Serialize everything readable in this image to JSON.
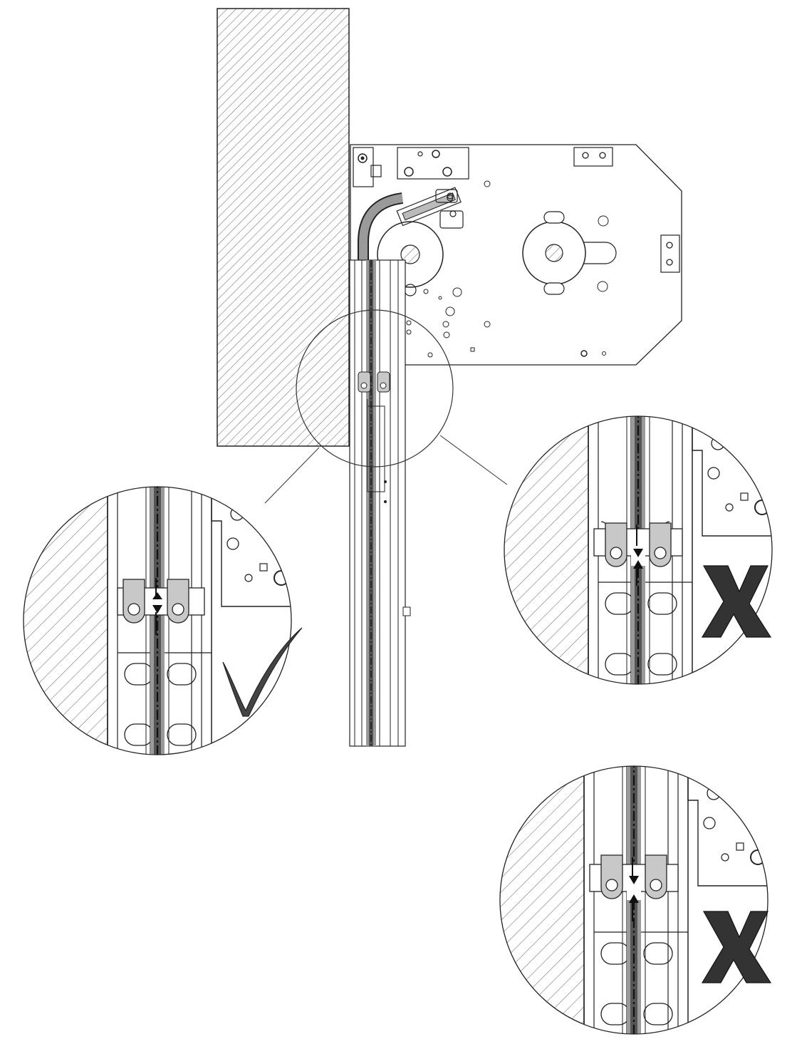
{
  "diagram": {
    "marks": {
      "correct_symbol": "check-mark-icon",
      "incorrect_symbol": "x-mark-icon"
    },
    "details": [
      {
        "id": "detail-correct",
        "verdict": "correct",
        "symbol": "check-mark-icon",
        "gap": "aligned"
      },
      {
        "id": "detail-incorrect-1",
        "verdict": "incorrect",
        "symbol": "x-mark-icon",
        "gap": "offset-upper"
      },
      {
        "id": "detail-incorrect-2",
        "verdict": "incorrect",
        "symbol": "x-mark-icon",
        "gap": "offset-lower"
      }
    ],
    "colors": {
      "line": "#1a1a1a",
      "hatch": "#777777",
      "rail_fill": "#9a9a9a",
      "rail_dark": "#555555",
      "clip_fill": "#c8c8c8",
      "mark_fill": "#333333"
    }
  }
}
